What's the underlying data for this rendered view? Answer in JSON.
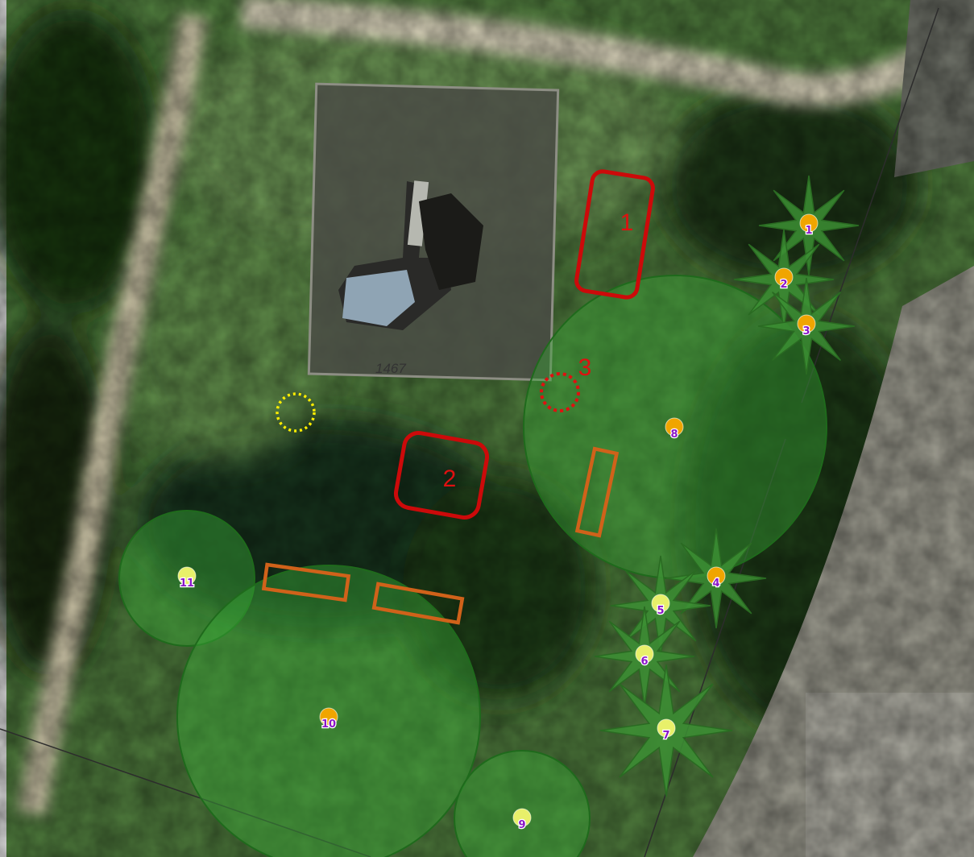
{
  "parcel_label": "1467",
  "zones": [
    {
      "label": "1"
    },
    {
      "label": "2"
    },
    {
      "label": "3"
    }
  ],
  "trees": [
    {
      "label": "1",
      "marker": "star",
      "dot": "orange"
    },
    {
      "label": "2",
      "marker": "star",
      "dot": "orange"
    },
    {
      "label": "3",
      "marker": "star",
      "dot": "orange"
    },
    {
      "label": "4",
      "marker": "star",
      "dot": "orange"
    },
    {
      "label": "5",
      "marker": "star",
      "dot": "yellow-green"
    },
    {
      "label": "6",
      "marker": "star",
      "dot": "yellow-green"
    },
    {
      "label": "7",
      "marker": "star",
      "dot": "yellow-green"
    },
    {
      "label": "8",
      "marker": "canopy",
      "dot": "orange"
    },
    {
      "label": "9",
      "marker": "canopy",
      "dot": "yellow-green"
    },
    {
      "label": "10",
      "marker": "canopy",
      "dot": "orange"
    },
    {
      "label": "11",
      "marker": "canopy",
      "dot": "yellow-green"
    }
  ],
  "colors": {
    "zone_outline": "#cc0a0a",
    "bed_outline": "#d0621a",
    "canopy_fill": "#3aa838",
    "star_fill": "#3c8f34",
    "dot_orange": "#f0a500",
    "dot_yellow_green": "#e8f06a",
    "number_text": "#8a16c8",
    "yellow_marker": "#ffee00"
  }
}
